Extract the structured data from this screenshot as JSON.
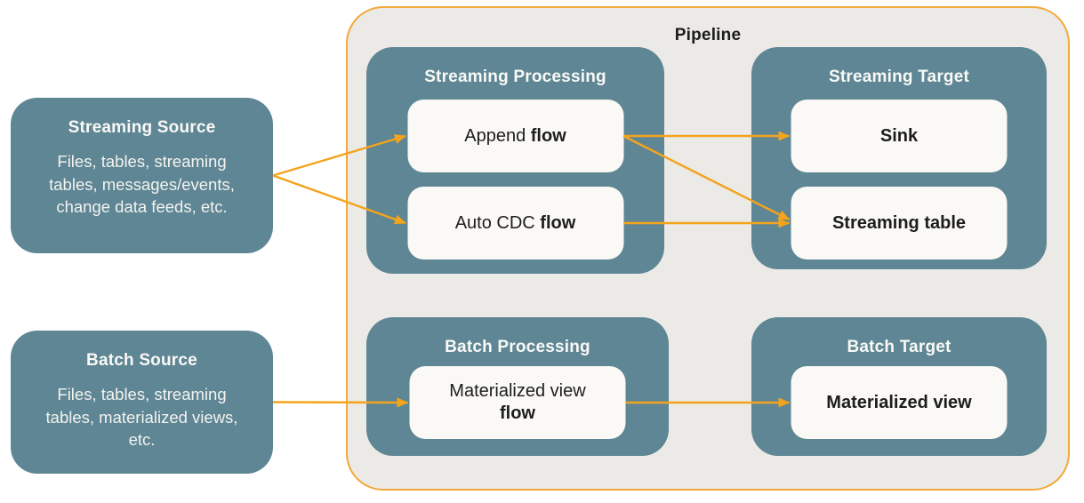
{
  "pipeline": {
    "title": "Pipeline"
  },
  "nodes": {
    "streaming_source": {
      "title": "Streaming Source",
      "body": "Files, tables, streaming tables, messages/events, change data feeds, etc."
    },
    "batch_source": {
      "title": "Batch Source",
      "body": "Files, tables, streaming tables, materialized views, etc."
    },
    "streaming_processing": {
      "title": "Streaming Processing",
      "items": [
        {
          "regular": "Append ",
          "bold": "flow"
        },
        {
          "regular": "Auto CDC ",
          "bold": "flow"
        }
      ]
    },
    "streaming_target": {
      "title": "Streaming Target",
      "items": [
        {
          "regular": "",
          "bold": "Sink"
        },
        {
          "regular": "",
          "bold": "Streaming table"
        }
      ]
    },
    "batch_processing": {
      "title": "Batch Processing",
      "items": [
        {
          "regular": "Materialized view",
          "bold": "flow"
        }
      ]
    },
    "batch_target": {
      "title": "Batch Target",
      "items": [
        {
          "regular": "",
          "bold": "Materialized view"
        }
      ]
    }
  },
  "colors": {
    "node_fill": "#5E8694",
    "node_text": "#FAF9F6",
    "inner_box_fill": "#FAF9F5",
    "inner_box_text": "#1D1D1B",
    "pipeline_fill": "#ECEAE6",
    "pipeline_border": "#F2A93B",
    "pipeline_title_text": "#1C1C1A",
    "arrow": "#F4A41C",
    "page_background": "#FFFFFF"
  },
  "connections": [
    {
      "from": "streaming-source-node",
      "to": "append-flow-node"
    },
    {
      "from": "streaming-source-node",
      "to": "auto-cdc-flow-node"
    },
    {
      "from": "append-flow-node",
      "to": "sink-node"
    },
    {
      "from": "append-flow-node",
      "to": "streaming-table-node",
      "dy2": -4
    },
    {
      "from": "auto-cdc-flow-node",
      "to": "streaming-table-node"
    },
    {
      "from": "batch-source-node",
      "to": "materialized-view-flow-node"
    },
    {
      "from": "materialized-view-flow-node",
      "to": "materialized-view-node"
    }
  ]
}
